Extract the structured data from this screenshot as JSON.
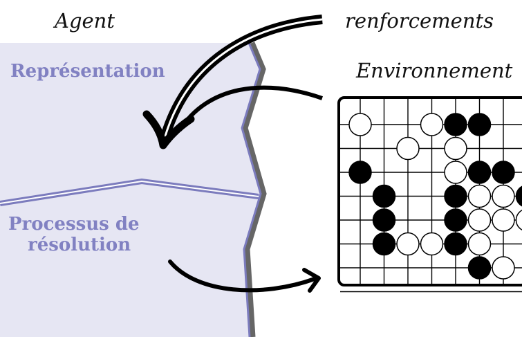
{
  "labels": {
    "agent": "Agent",
    "reinforcements": "renforcements",
    "environment": "Environnement",
    "representation": "Représentation",
    "solver_line1": "Processus de",
    "solver_line2": "résolution"
  },
  "colors": {
    "agent_fill": "#e6e6f3",
    "agent_text": "#8181c2",
    "agent_border": "#7b7bbd",
    "edge_gray": "#666666",
    "arrow": "#000000",
    "board_line": "#000000",
    "black_stone": "#000000",
    "white_stone": "#ffffff"
  },
  "board": {
    "cols": 9,
    "rows": 8,
    "stones": [
      {
        "col": 0,
        "row": 0,
        "color": "white"
      },
      {
        "col": 3,
        "row": 0,
        "color": "white"
      },
      {
        "col": 4,
        "row": 0,
        "color": "black"
      },
      {
        "col": 5,
        "row": 0,
        "color": "black"
      },
      {
        "col": 2,
        "row": 1,
        "color": "white"
      },
      {
        "col": 4,
        "row": 1,
        "color": "white"
      },
      {
        "col": 0,
        "row": 2,
        "color": "black"
      },
      {
        "col": 4,
        "row": 2,
        "color": "white"
      },
      {
        "col": 5,
        "row": 2,
        "color": "black"
      },
      {
        "col": 6,
        "row": 2,
        "color": "black"
      },
      {
        "col": 1,
        "row": 3,
        "color": "black"
      },
      {
        "col": 4,
        "row": 3,
        "color": "black"
      },
      {
        "col": 5,
        "row": 3,
        "color": "white"
      },
      {
        "col": 6,
        "row": 3,
        "color": "white"
      },
      {
        "col": 7,
        "row": 3,
        "color": "black"
      },
      {
        "col": 1,
        "row": 4,
        "color": "black"
      },
      {
        "col": 4,
        "row": 4,
        "color": "black"
      },
      {
        "col": 5,
        "row": 4,
        "color": "white"
      },
      {
        "col": 6,
        "row": 4,
        "color": "white"
      },
      {
        "col": 7,
        "row": 4,
        "color": "white"
      },
      {
        "col": 1,
        "row": 5,
        "color": "black"
      },
      {
        "col": 2,
        "row": 5,
        "color": "white"
      },
      {
        "col": 3,
        "row": 5,
        "color": "white"
      },
      {
        "col": 4,
        "row": 5,
        "color": "black"
      },
      {
        "col": 5,
        "row": 5,
        "color": "white"
      },
      {
        "col": 5,
        "row": 6,
        "color": "black"
      },
      {
        "col": 6,
        "row": 6,
        "color": "white"
      }
    ]
  }
}
